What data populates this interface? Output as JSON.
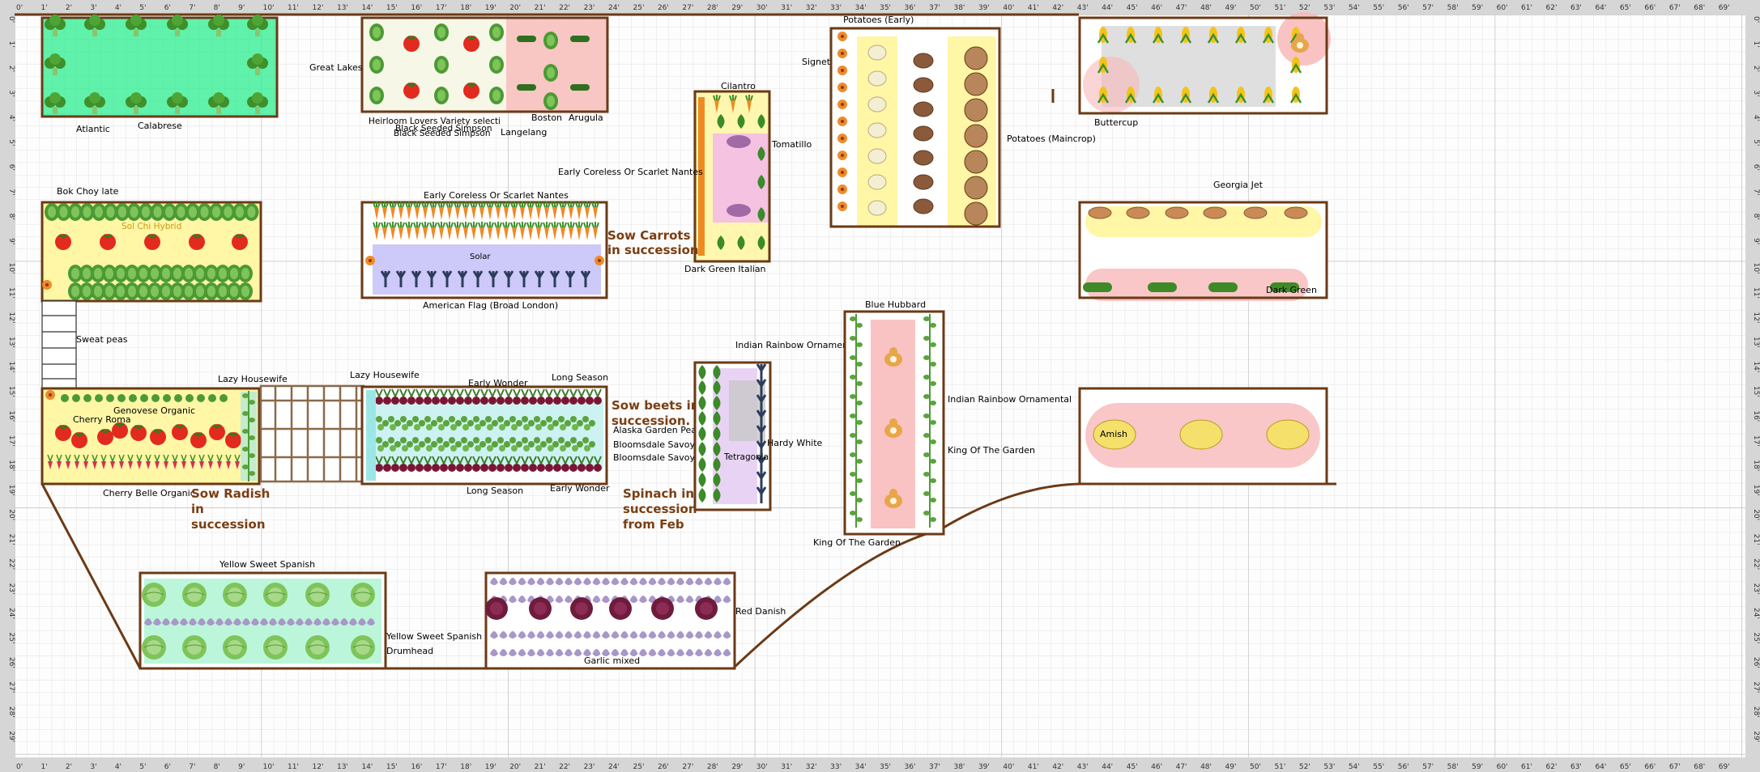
{
  "ruler": {
    "top": [
      "0'",
      "1'",
      "2'",
      "3'",
      "4'",
      "5'",
      "6'",
      "7'",
      "8'",
      "9'",
      "10'",
      "11'",
      "12'",
      "13'",
      "14'",
      "15'",
      "16'",
      "17'",
      "18'",
      "19'",
      "20'",
      "21'",
      "22'",
      "23'",
      "24'",
      "25'",
      "26'",
      "27'",
      "28'",
      "29'",
      "30'",
      "31'",
      "32'",
      "33'",
      "34'",
      "35'",
      "36'",
      "37'",
      "38'",
      "39'",
      "40'",
      "41'",
      "42'",
      "43'",
      "44'",
      "45'",
      "46'",
      "47'",
      "48'",
      "49'",
      "50'",
      "51'",
      "52'",
      "53'",
      "54'",
      "55'",
      "56'",
      "57'",
      "58'",
      "59'",
      "60'",
      "61'",
      "62'",
      "63'",
      "64'",
      "65'",
      "66'",
      "67'",
      "68'",
      "69'"
    ],
    "left": [
      "0'",
      "1'",
      "2'",
      "3'",
      "4'",
      "5'",
      "6'",
      "7'",
      "8'",
      "9'",
      "10'",
      "11'",
      "12'",
      "13'",
      "14'",
      "15'",
      "16'",
      "17'",
      "18'",
      "19'",
      "20'",
      "21'",
      "22'",
      "23'",
      "24'",
      "25'",
      "26'",
      "27'",
      "28'",
      "29'"
    ]
  },
  "colors": {
    "bed_border": "#6b3a16",
    "soil_line": "#6b3a16",
    "note_text": "#7a3e12",
    "grid_minor": "#e2e2e2",
    "grid_major": "#b9b9b9",
    "ruler_bg": "#d6d6d6"
  },
  "labels": {
    "atlantic": "Atlantic",
    "calabrese": "Calabrese",
    "great_lakes": "Great Lakes",
    "heirloom": "Heirloom Lovers Variety selecti",
    "black_seeded_1": "Black Seeded Simpson",
    "black_seeded_2": "Black Seeded Simpson",
    "langelang": "Langelang",
    "boston": "Boston",
    "arugula": "Arugula",
    "cilantro": "Cilantro",
    "tomatillo": "Tomatillo",
    "early_coreless_side": "Early Coreless Or Scarlet Nantes",
    "dark_green_italian": "Dark Green Italian",
    "potatoes_early": "Potatoes (Early)",
    "signet": "Signet",
    "potatoes_maincrop": "Potatoes (Maincrop)",
    "buttercup": "Buttercup",
    "bok_choy": "Bok Choy late",
    "sol_chi": "Sol Chi Hybrid",
    "early_coreless_top": "Early Coreless Or Scarlet Nantes",
    "solar": "Solar",
    "american_flag": "American Flag (Broad London)",
    "sow_carrots": [
      "Sow Carrots",
      "in succession"
    ],
    "georgia_jet": "Georgia Jet",
    "dark_green": "Dark Green",
    "sweat_peas": "Sweat peas",
    "lazy_housewife_1": "Lazy Housewife",
    "lazy_housewife_2": "Lazy Housewife",
    "genovese": "Genovese Organic",
    "cherry_roma": "Cherry Roma",
    "cherry_belle": "Cherry Belle Organic",
    "sow_radish": [
      "Sow Radish",
      "in",
      "succession"
    ],
    "early_wonder_top": "Early Wonder",
    "long_season_top": "Long Season",
    "long_season_bottom": "Long Season",
    "early_wonder_bottom": "Early Wonder",
    "sow_beets": [
      "Sow beets in",
      "succession."
    ],
    "alaska": "Alaska Garden Pea",
    "bloomsdale_1": "Bloomsdale Savoy",
    "bloomsdale_2": "Bloomsdale Savoy",
    "indian_rainbow_1": "Indian Rainbow Ornament",
    "hardy_white": "Hardy White",
    "tetragonia": "Tetragonia",
    "spinach": [
      "Spinach in",
      "succession",
      "from Feb"
    ],
    "blue_hubbard": "Blue Hubbard",
    "indian_rainbow_2": "Indian Rainbow Ornamental",
    "king_garden_1": "King Of The Garden",
    "king_garden_2": "King Of The Garden",
    "amish": "Amish",
    "yellow_spanish_top": "Yellow Sweet Spanish",
    "yellow_spanish_side": "Yellow Sweet Spanish",
    "drumhead": "Drumhead",
    "red_danish": "Red Danish",
    "garlic": "Garlic mixed"
  },
  "icons": [
    "broccoli-icon",
    "tomato-icon",
    "lettuce-icon",
    "pea-icon",
    "cucumber-icon",
    "carrot-icon",
    "beet-icon",
    "leek-icon",
    "potato-icon",
    "corn-icon",
    "squash-icon",
    "cabbage-icon",
    "onion-icon",
    "melon-icon",
    "sweet-potato-icon",
    "courgette-icon",
    "basil-icon",
    "radish-icon",
    "marigold-icon",
    "spinach-icon",
    "bean-icon",
    "garlic-icon",
    "trellis-icon"
  ]
}
